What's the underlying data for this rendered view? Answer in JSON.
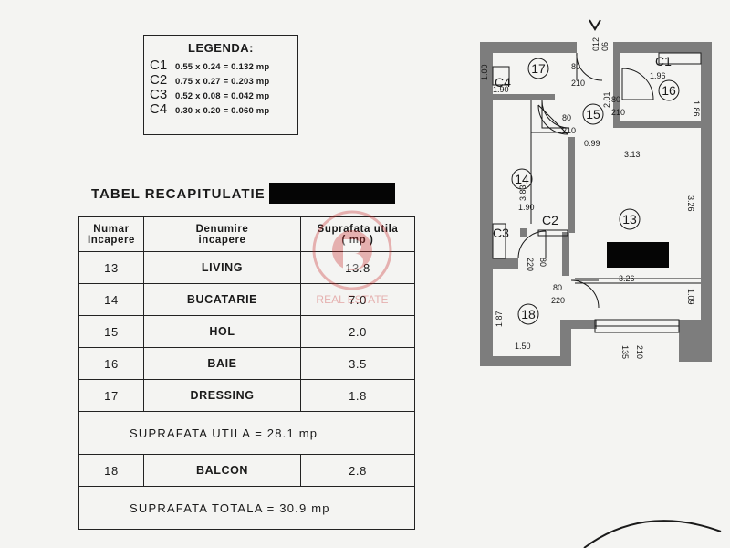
{
  "legend": {
    "title": "LEGENDA:",
    "items": [
      {
        "code": "C1",
        "formula": "0.55 x 0.24 = 0.132 mp"
      },
      {
        "code": "C2",
        "formula": "0.75 x 0.27 = 0.203 mp"
      },
      {
        "code": "C3",
        "formula": "0.52 x 0.08 = 0.042 mp"
      },
      {
        "code": "C4",
        "formula": "0.30 x 0.20 = 0.060 mp"
      }
    ]
  },
  "table": {
    "title": "TABEL RECAPITULATIE",
    "headers": {
      "number": "Numar\nIncapere",
      "name": "Denumire\nincapere",
      "area": "Suprafata utila\n( mp )"
    },
    "rows": [
      {
        "number": "13",
        "name": "LIVING",
        "area": "13.8"
      },
      {
        "number": "14",
        "name": "BUCATARIE",
        "area": "7.0"
      },
      {
        "number": "15",
        "name": "HOL",
        "area": "2.0"
      },
      {
        "number": "16",
        "name": "BAIE",
        "area": "3.5"
      },
      {
        "number": "17",
        "name": "DRESSING",
        "area": "1.8"
      }
    ],
    "usable_total": "SUPRAFATA UTILA = 28.1 mp",
    "balcony_row": {
      "number": "18",
      "name": "BALCON",
      "area": "2.8"
    },
    "grand_total": "SUPRAFATA TOTALA = 30.9 mp"
  },
  "plan": {
    "rooms": [
      "13",
      "14",
      "15",
      "16",
      "17",
      "18"
    ],
    "elements": [
      "C1",
      "C2",
      "C3",
      "C4"
    ],
    "dimensions": {
      "d_100": "1.00",
      "d_190_top": "1.90",
      "d_196": "1.96",
      "d_186": "1.86",
      "d_201": "2.01",
      "d_099": "0.99",
      "d_313": "3.13",
      "d_383": "3.83",
      "d_190_mid": "1.90",
      "d_326_v": "3.26",
      "d_326_h": "3.26",
      "d_109": "1.09",
      "d_187": "1.87",
      "d_150": "1.50"
    },
    "doors": {
      "entry_w": "06",
      "entry_h": "012",
      "dressing": [
        "80",
        "210"
      ],
      "bath": [
        "80",
        "210"
      ],
      "hall": [
        "80",
        "210"
      ],
      "kitchen_balcony": [
        "80",
        "220"
      ],
      "living_balcony": [
        "80",
        "220"
      ],
      "window": [
        "135",
        "210"
      ]
    },
    "colors": {
      "wall": "#7d7d7d",
      "line": "#1a1a1a",
      "redaction": "#050505"
    }
  },
  "watermark": {
    "text": "REAL ESTATE"
  }
}
